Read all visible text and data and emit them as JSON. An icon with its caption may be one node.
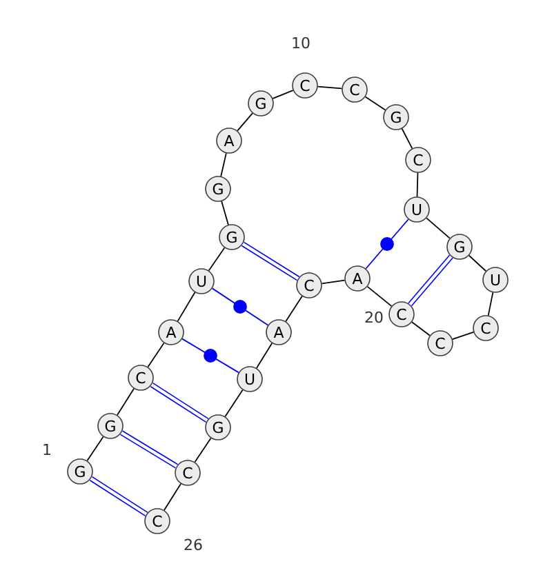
{
  "diagram": {
    "nodes": [
      {
        "text": [
          "G"
        ]
      },
      {
        "text": [
          "G"
        ]
      },
      {
        "text": [
          "C"
        ]
      },
      {
        "text": [
          "A"
        ]
      },
      {
        "text": [
          "U"
        ]
      },
      {
        "text": [
          "G"
        ]
      },
      {
        "text": [
          "G"
        ]
      },
      {
        "text": [
          "A"
        ]
      },
      {
        "text": [
          "G"
        ]
      },
      {
        "text": [
          "C"
        ]
      },
      {
        "text": [
          "C"
        ]
      },
      {
        "text": [
          "G"
        ]
      },
      {
        "text": [
          "C"
        ]
      },
      {
        "text": [
          "U"
        ]
      },
      {
        "text": [
          "G"
        ]
      },
      {
        "text": [
          "U"
        ]
      },
      {
        "text": [
          "C"
        ]
      },
      {
        "text": [
          "C"
        ]
      },
      {
        "text": [
          "C"
        ]
      },
      {
        "text": [
          "A"
        ]
      },
      {
        "text": [
          "C"
        ]
      },
      {
        "text": [
          "A"
        ]
      },
      {
        "text": [
          "U"
        ]
      },
      {
        "text": [
          "G"
        ]
      },
      {
        "text": [
          "C"
        ]
      },
      {
        "text": [
          "C"
        ]
      }
    ],
    "edges": [
      {
        "from": 0,
        "to": 1,
        "arrow": "none"
      },
      {
        "from": 1,
        "to": 2,
        "arrow": "none"
      },
      {
        "from": 2,
        "to": 3,
        "arrow": "none"
      },
      {
        "from": 3,
        "to": 4,
        "arrow": "none"
      },
      {
        "from": 4,
        "to": 5,
        "arrow": "none"
      },
      {
        "from": 5,
        "to": 6,
        "arrow": "none"
      },
      {
        "from": 6,
        "to": 7,
        "arrow": "none"
      },
      {
        "from": 7,
        "to": 8,
        "arrow": "none"
      },
      {
        "from": 8,
        "to": 9,
        "arrow": "none"
      },
      {
        "from": 9,
        "to": 10,
        "arrow": "none"
      },
      {
        "from": 10,
        "to": 11,
        "arrow": "none"
      },
      {
        "from": 11,
        "to": 12,
        "arrow": "none"
      },
      {
        "from": 12,
        "to": 13,
        "arrow": "none"
      },
      {
        "from": 13,
        "to": 14,
        "arrow": "none"
      },
      {
        "from": 14,
        "to": 15,
        "arrow": "none"
      },
      {
        "from": 15,
        "to": 16,
        "arrow": "none"
      },
      {
        "from": 16,
        "to": 17,
        "arrow": "none"
      },
      {
        "from": 17,
        "to": 18,
        "arrow": "none"
      },
      {
        "from": 18,
        "to": 19,
        "arrow": "none"
      },
      {
        "from": 19,
        "to": 20,
        "arrow": "none"
      },
      {
        "from": 20,
        "to": 21,
        "arrow": "none"
      },
      {
        "from": 21,
        "to": 22,
        "arrow": "none"
      },
      {
        "from": 22,
        "to": 23,
        "arrow": "none"
      },
      {
        "from": 23,
        "to": 24,
        "arrow": "none"
      },
      {
        "from": 24,
        "to": 25,
        "arrow": "none"
      },
      {
        "from": 0,
        "to": 25,
        "arrow": "none",
        "style": "thick",
        "color": "#0000ff"
      },
      {
        "from": 1,
        "to": 24,
        "arrow": "none",
        "style": "thick",
        "color": "#0000ff"
      },
      {
        "from": 2,
        "to": 23,
        "arrow": "none",
        "style": "thick",
        "color": "#0000ff"
      },
      {
        "from": 3,
        "to": 22,
        "arrow": "none",
        "color": "#0000ff"
      },
      {
        "from": 4,
        "to": 21,
        "arrow": "none",
        "color": "#0000ff"
      },
      {
        "from": 5,
        "to": 20,
        "arrow": "none",
        "style": "thick",
        "color": "#0000ff"
      },
      {
        "from": 13,
        "to": 19,
        "arrow": "none",
        "color": "#0000ff"
      },
      {
        "from": 14,
        "to": 18,
        "arrow": "none",
        "style": "thick",
        "color": "#0000ff"
      }
    ],
    "labels": [
      "1",
      "10",
      "20",
      "26"
    ]
  }
}
